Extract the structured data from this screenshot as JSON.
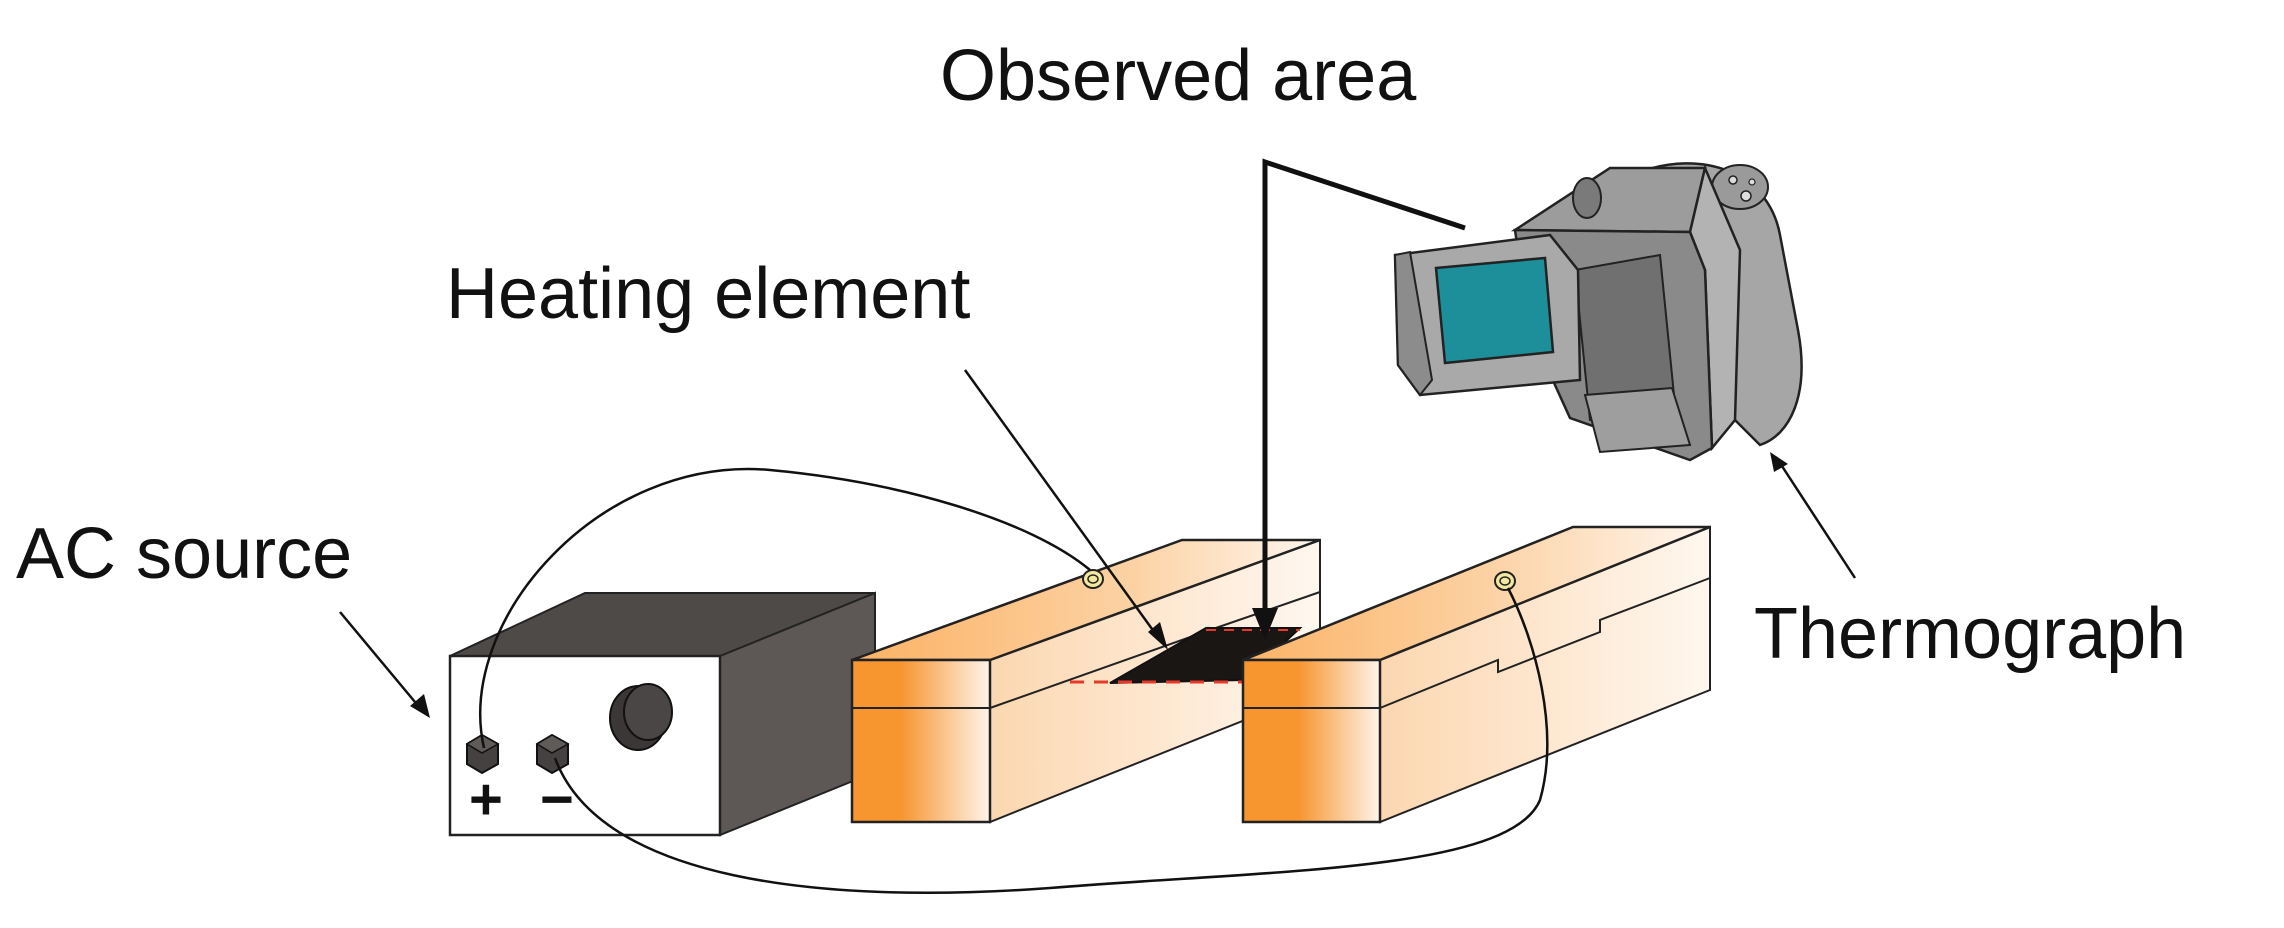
{
  "labels": {
    "observed_area": "Observed area",
    "heating_element": "Heating element",
    "ac_source": "AC source",
    "thermograph": "Thermograph",
    "plus": "+",
    "minus": "−"
  },
  "colors": {
    "orange_dark": "#f7952f",
    "orange_light": "#fff4ea",
    "source_dark": "#595553",
    "camera_body": "#8f8f8f",
    "camera_screen": "#1c8f9a",
    "heating_strip": "#1a1614",
    "red_dash": "#e53a2a"
  }
}
